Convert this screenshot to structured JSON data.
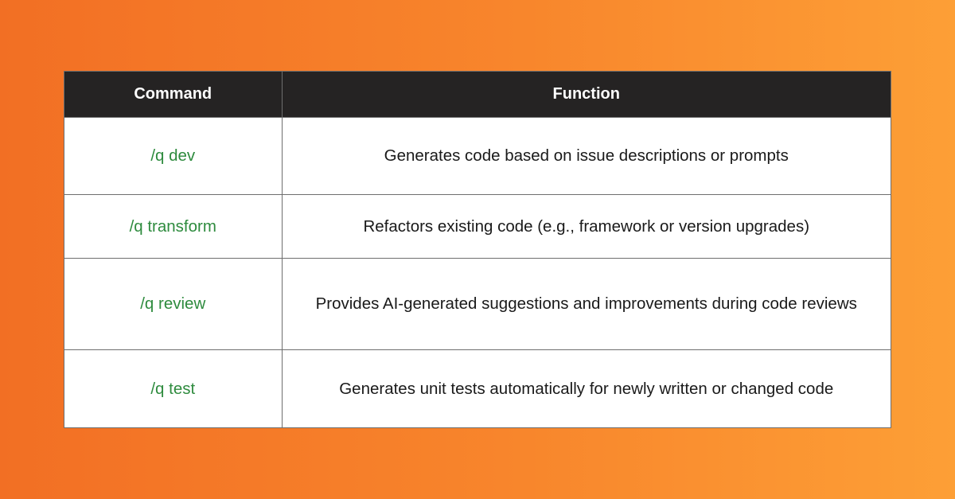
{
  "table": {
    "headers": {
      "command": "Command",
      "function": "Function"
    },
    "rows": [
      {
        "command": "/q dev",
        "function": "Generates code based on issue descriptions or prompts"
      },
      {
        "command": "/q transform",
        "function": "Refactors existing code (e.g., framework or version upgrades)"
      },
      {
        "command": "/q review",
        "function": "Provides AI-generated suggestions and improvements during code reviews"
      },
      {
        "command": "/q test",
        "function": "Generates unit tests automatically for newly written or changed code"
      }
    ]
  },
  "colors": {
    "background_start": "#f26f24",
    "background_end": "#fd9f36",
    "header_bg": "#252323",
    "command_text": "#2e8b3e"
  }
}
